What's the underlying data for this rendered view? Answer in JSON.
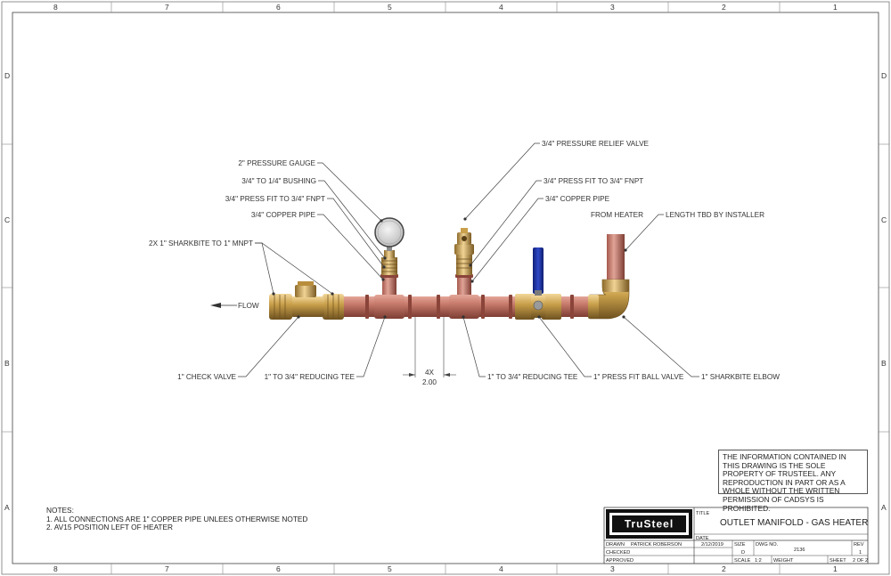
{
  "zones": {
    "columns": [
      "8",
      "7",
      "6",
      "5",
      "4",
      "3",
      "2",
      "1"
    ],
    "rows": [
      "D",
      "C",
      "B",
      "A"
    ]
  },
  "callouts": {
    "pressure_gauge": "2\" PRESSURE GAUGE",
    "bushing": "3/4\" TO 1/4\" BUSHING",
    "press_fit_left": "3/4\" PRESS FIT TO 3/4\" FNPT",
    "copper_pipe_left": "3/4\" COPPER PIPE",
    "sharkbite_mnpt": "2X 1\" SHARKBITE TO 1\" MNPT",
    "flow": "FLOW",
    "check_valve": "1\" CHECK VALVE",
    "reducing_tee_left": "1\" TO 3/4\" REDUCING TEE",
    "dim_count": "4X",
    "dim_value": "2.00",
    "reducing_tee_right": "1\" TO 3/4\" REDUCING TEE",
    "ball_valve": "1\" PRESS FIT BALL VALVE",
    "sharkbite_elbow": "1\" SHARKBITE ELBOW",
    "relief_valve": "3/4\" PRESSURE RELIEF VALVE",
    "press_fit_right": "3/4\" PRESS FIT TO 3/4\" FNPT",
    "copper_pipe_right": "3/4\" COPPER PIPE",
    "from_heater": "FROM HEATER",
    "length_tbd": "LENGTH TBD BY INSTALLER"
  },
  "notes": {
    "heading": "NOTES:",
    "items": [
      "1.  ALL CONNECTIONS ARE 1\" COPPER PIPE UNLEES OTHERWISE NOTED",
      "2.  AV15 POSITION LEFT OF HEATER"
    ]
  },
  "property_notice": "THE INFORMATION CONTAINED IN THIS DRAWING IS THE SOLE PROPERTY OF TRUSTEEL. ANY REPRODUCTION IN PART OR AS A WHOLE WITHOUT THE WRITTEN PERMISSION OF CADSYS IS PROHIBITED.",
  "title_block": {
    "logo_text": "TruSteel",
    "title_label": "TITLE",
    "title": "OUTLET MANIFOLD - GAS HEATER",
    "date_label": "DATE",
    "drawn_label": "DRAWN",
    "drawn_by": "PATRICK ROBERSON",
    "drawn_date": "2/12/2019",
    "checked_label": "CHECKED",
    "approved_label": "APPROVED",
    "size_label": "SIZE",
    "size": "D",
    "dwg_no_label": "DWG NO.",
    "dwg_no": "2136",
    "rev_label": "REV",
    "rev": "1",
    "scale_label": "SCALE",
    "scale": "1:2",
    "weight_label": "WEIGHT",
    "sheet_label": "SHEET",
    "sheet": "2 OF 2"
  },
  "colors": {
    "copper": "#b8655a",
    "brass": "#c8a24a",
    "valve_handle": "#1c2f9a",
    "border": "#555555"
  }
}
